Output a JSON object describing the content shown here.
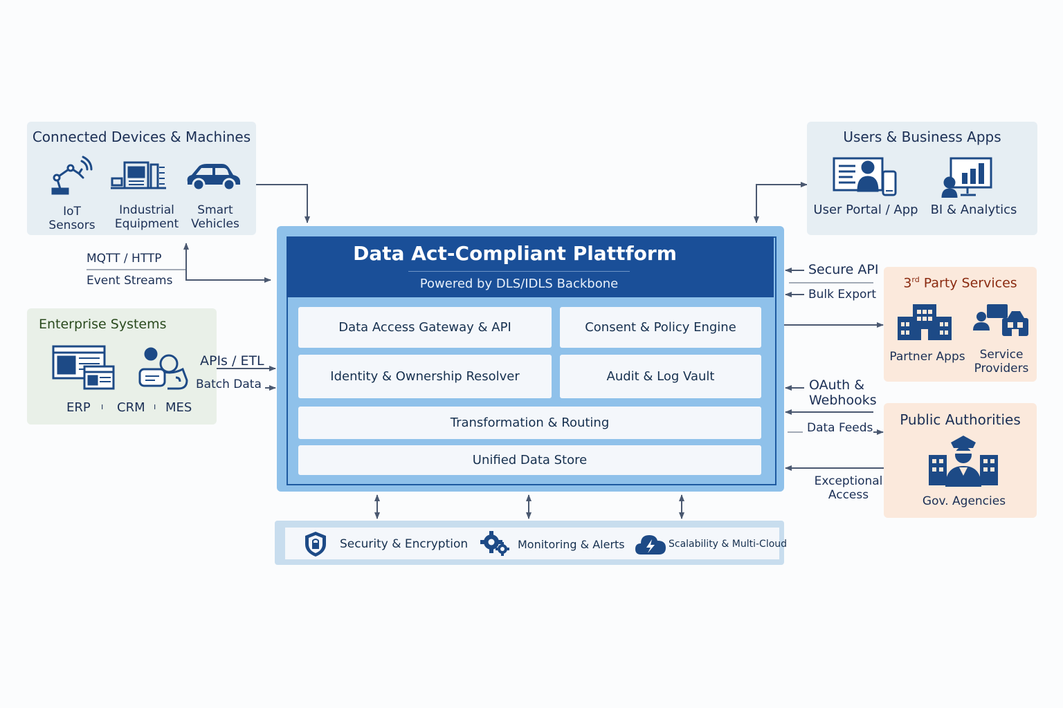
{
  "connected": {
    "title": "Connected Devices & Machines",
    "items": [
      {
        "label": "IoT Sensors",
        "icon": "robot-arm-icon"
      },
      {
        "label": "Industrial Equipment",
        "icon": "industrial-machine-icon"
      },
      {
        "label": "Smart Vehicles",
        "icon": "car-icon"
      }
    ]
  },
  "enterprise": {
    "title": "Enterprise Systems",
    "erp": "ERP",
    "crm": "CRM",
    "mes": "MES",
    "sep1": "ı",
    "sep2": "ı"
  },
  "users": {
    "title": "Users & Business Apps",
    "items": [
      {
        "label": "User Portal / App",
        "icon": "user-portal-icon"
      },
      {
        "label": "BI & Analytics",
        "icon": "analytics-icon"
      }
    ]
  },
  "third_party": {
    "title_prefix": "3",
    "title_sup": "rd",
    "title_suffix": " Party Services",
    "items": [
      {
        "label": "Partner Apps",
        "icon": "building-icon"
      },
      {
        "label": "Service Providers",
        "icon": "service-provider-icon"
      }
    ]
  },
  "authorities": {
    "title": "Public Authorities",
    "item": {
      "label": "Gov. Agencies",
      "icon": "police-officer-icon"
    }
  },
  "flows": {
    "mqtt": "MQTT / HTTP",
    "event_streams": "Event Streams",
    "apis_etl": "APIs / ETL",
    "batch_data": "Batch Data",
    "secure_api": "Secure API",
    "bulk_export": "Bulk Export",
    "oauth": "OAuth & Webhooks",
    "data_feeds": "Data Feeds",
    "exceptional": "Exceptional Access"
  },
  "platform": {
    "title": "Data Act-Compliant Plattform",
    "subtitle": "Powered by DLS/IDLS Backbone",
    "modules": {
      "gateway": "Data Access Gateway & API",
      "consent": "Consent & Policy Engine",
      "identity": "Identity & Ownership Resolver",
      "audit": "Audit & Log Vault",
      "transform": "Transformation & Routing",
      "store": "Unified Data Store"
    }
  },
  "bottom": {
    "security": "Security & Encryption",
    "monitoring": "Monitoring & Alerts",
    "scalability": "Scalability & Multi-Cloud"
  },
  "colors": {
    "navy": "#1a4f98",
    "platform_light": "#8fc1ea",
    "icon_navy": "#1d4a86",
    "enterprise_title": "#2a4a1e",
    "third_party_title": "#8a2a10"
  }
}
